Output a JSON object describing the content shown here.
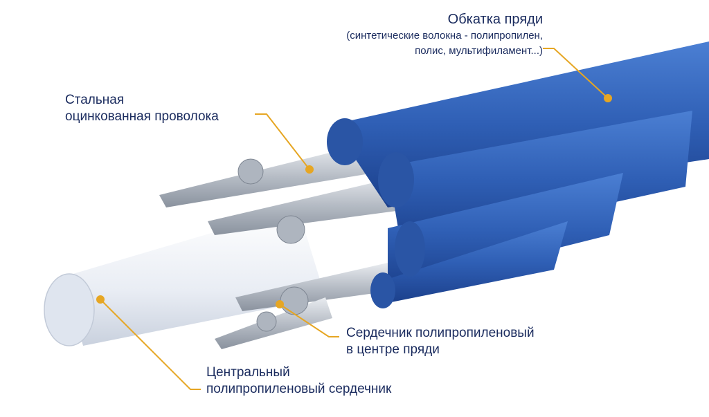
{
  "colors": {
    "label_text": "#1a2b5e",
    "leader_line": "#e6a623",
    "rope_blue": "#2f5fb5",
    "rope_blue_dark": "#1b3f8a",
    "steel": "#c9ced6",
    "core": "#eef1f6"
  },
  "labels": {
    "wrap": {
      "title": "Обкатка пряди",
      "detail_line1": "(синтетические волокна - полипропилен,",
      "detail_line2": "полис, мультифиламент...)"
    },
    "steel_wire": {
      "line1": "Стальная",
      "line2": "оцинкованная проволока"
    },
    "strand_core": {
      "line1": "Сердечник полипропиленовый",
      "line2": "в центре пряди"
    },
    "central_core": {
      "line1": "Центральный",
      "line2": "полипропиленовый сердечник"
    }
  }
}
